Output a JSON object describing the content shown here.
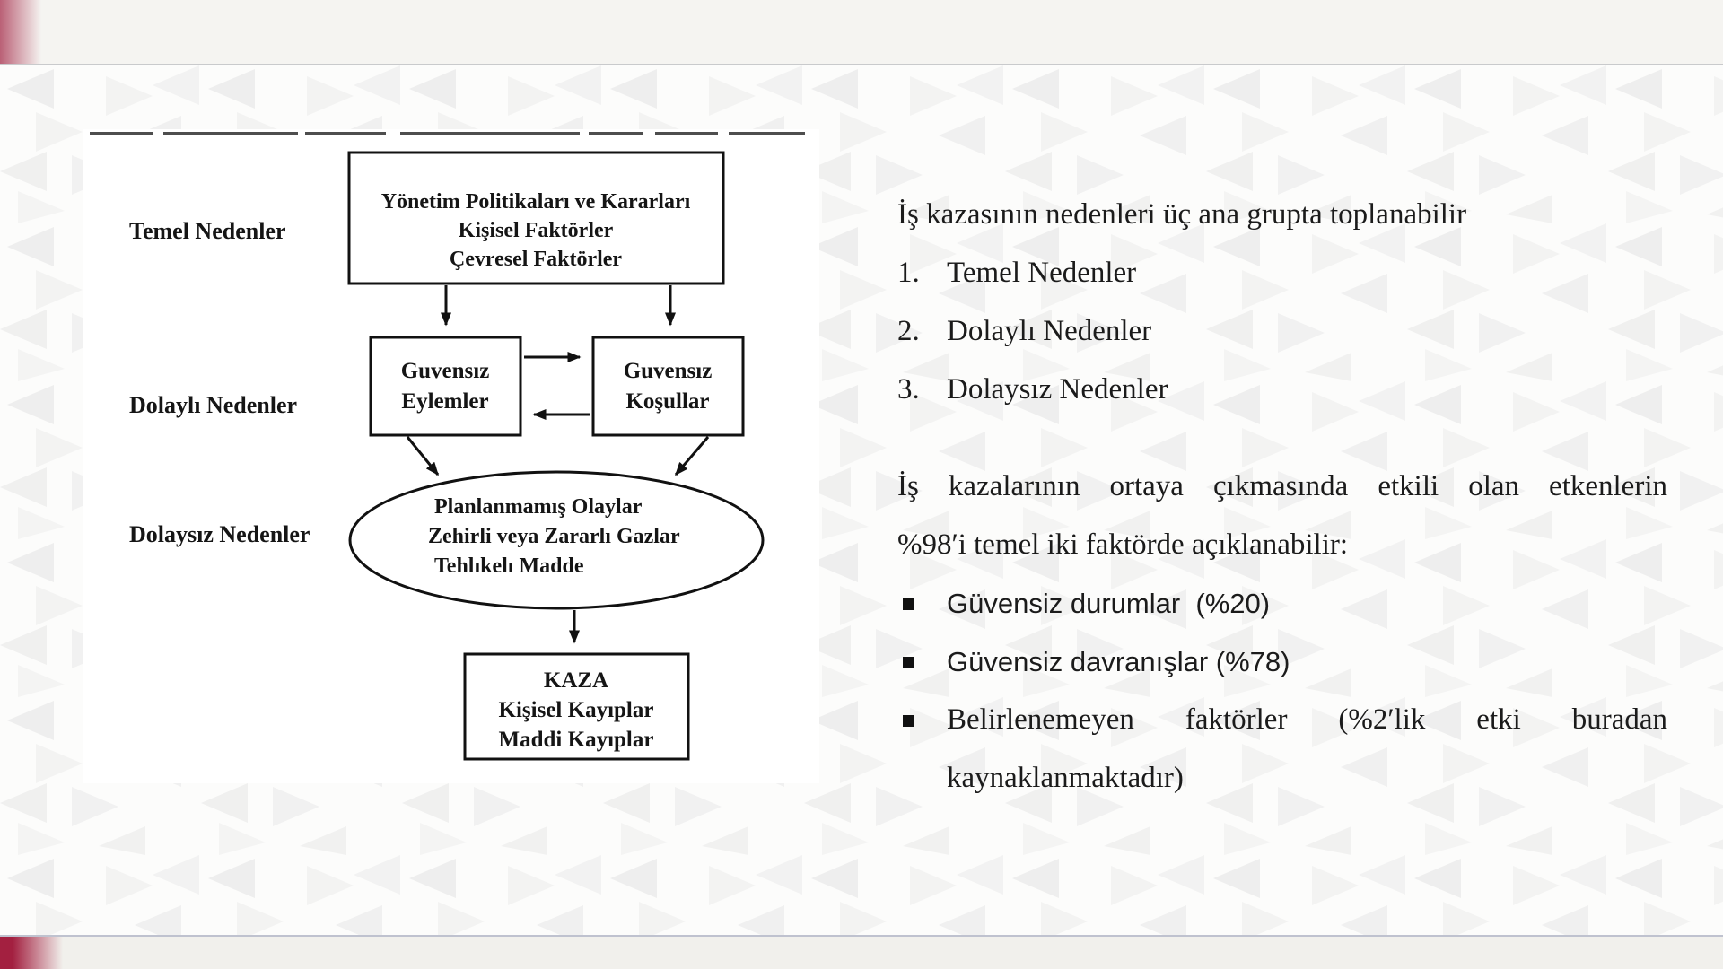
{
  "slide": {
    "background_color": "#fbfbfa",
    "accent_top_color": "#b7586f",
    "accent_bottom_color": "#a32040",
    "text_color": "#1b1b1b"
  },
  "diagram": {
    "row_labels": {
      "temel": "Temel Nedenler",
      "dolayli": "Dolaylı Nedenler",
      "dolaysiz": "Dolaysız Nedenler"
    },
    "top_box_lines": [
      "Yönetim Politikaları ve Kararları",
      "Kişisel Faktörler",
      "Çevresel Faktörler"
    ],
    "left_box_lines": [
      "Guvensız",
      "Eylemler"
    ],
    "right_box_lines": [
      "Guvensız",
      "Koşullar"
    ],
    "ellipse_lines": [
      "Planlanmamış Olaylar",
      "Zehirli veya Zararlı Gazlar",
      "Tehlıkelı Madde"
    ],
    "kaza_box_lines": [
      "KAZA",
      "Kişisel Kayıplar",
      "Maddi Kayıplar"
    ]
  },
  "content": {
    "intro": "İş kazasının nedenleri üç ana grupta toplanabilir",
    "numbered": [
      {
        "num": "1.",
        "text": "Temel Nedenler"
      },
      {
        "num": "2.",
        "text": "Dolaylı Nedenler"
      },
      {
        "num": "3.",
        "text": "Dolaysız Nedenler"
      }
    ],
    "para_line1": "İş kazalarının ortaya çıkmasında etkili olan etkenlerin",
    "para_line2": "%98′i temel iki faktörde açıklanabilir:",
    "bullets": [
      "Güvensiz durumlar  (%20)",
      "Güvensiz davranışlar (%78)"
    ],
    "bullet3_line1": "Belirlenemeyen faktörler (%2′lik etki buradan",
    "bullet3_line2": "kaynaklanmaktadır)"
  }
}
